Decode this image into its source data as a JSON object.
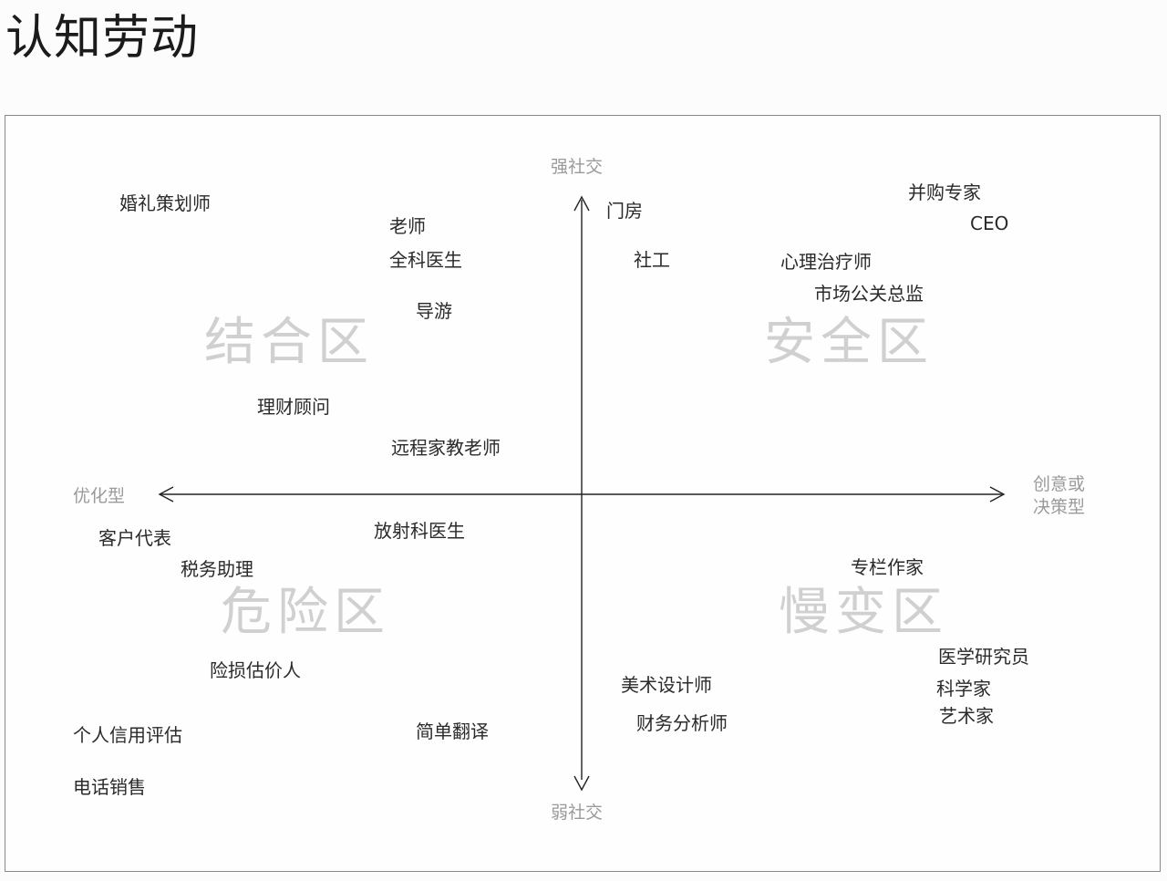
{
  "title": "认知劳动",
  "axes": {
    "top": "强社交",
    "bottom": "弱社交",
    "left": "优化型",
    "right_line1": "创意或",
    "right_line2": "决策型"
  },
  "zones": {
    "top_left": "结合区",
    "top_right": "安全区",
    "bottom_left": "危险区",
    "bottom_right": "慢变区"
  },
  "jobs": {
    "wedding_planner": "婚礼策划师",
    "teacher": "老师",
    "gp_doctor": "全科医生",
    "tour_guide": "导游",
    "financial_advisor": "理财顾问",
    "remote_tutor": "远程家教老师",
    "doorman": "门房",
    "social_worker": "社工",
    "ma_expert": "并购专家",
    "ceo": "CEO",
    "psychotherapist": "心理治疗师",
    "pr_director": "市场公关总监",
    "account_rep": "客户代表",
    "tax_assistant": "税务助理",
    "radiologist": "放射科医生",
    "loss_appraiser": "险损估价人",
    "credit_scorer": "个人信用评估",
    "simple_translation": "简单翻译",
    "telesales": "电话销售",
    "columnist": "专栏作家",
    "medical_researcher": "医学研究员",
    "scientist": "科学家",
    "artist": "艺术家",
    "art_designer": "美术设计师",
    "financial_analyst": "财务分析师"
  }
}
